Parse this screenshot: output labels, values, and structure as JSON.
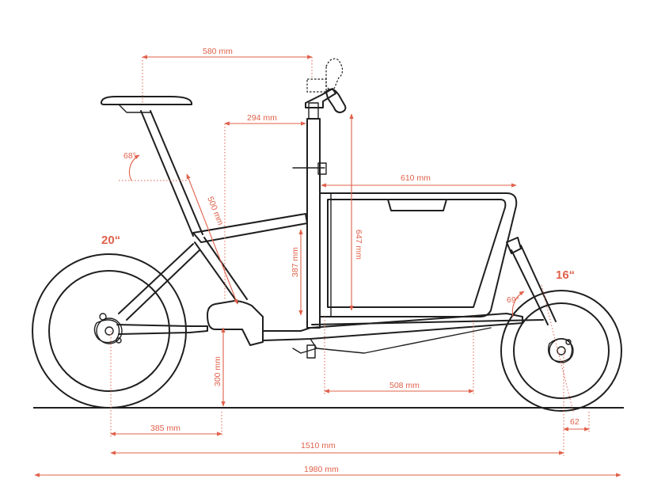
{
  "colors": {
    "accent": "#e0614a",
    "line": "#1f1f1f"
  },
  "wheel_sizes": {
    "rear": "20“",
    "front": "16“"
  },
  "angles": {
    "seat_tube": "68°",
    "head_tube": "69°"
  },
  "dimensions": {
    "handlebar_reach": "580 mm",
    "stem_reach": "294 mm",
    "seat_tube_length": "500 mm",
    "standover_height": "387 mm",
    "box_length": "610 mm",
    "box_height": "647 mm",
    "box_floor_length": "508 mm",
    "bottom_bracket_height": "300 mm",
    "rear_to_bb": "385 mm",
    "wheelbase": "1510 mm",
    "overall_length": "1980 mm",
    "trail": "62"
  }
}
